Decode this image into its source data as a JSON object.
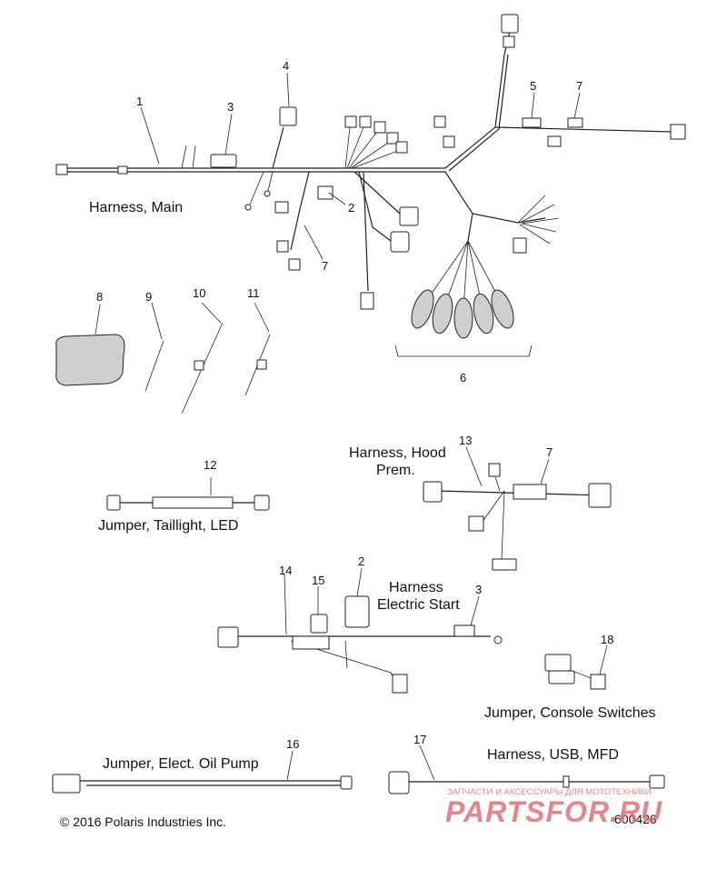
{
  "callouts": {
    "n1": "1",
    "n2": "2",
    "n3": "3",
    "n4": "4",
    "n5": "5",
    "n6": "6",
    "n7": "7",
    "n8": "8",
    "n9": "9",
    "n10": "10",
    "n11": "11",
    "n12": "12",
    "n13": "13",
    "n14": "14",
    "n15": "15",
    "n16": "16",
    "n17": "17",
    "n18": "18"
  },
  "labels": {
    "harness_main": "Harness, Main",
    "jumper_taillight": "Jumper, Taillight, LED",
    "harness_hood_1": "Harness, Hood",
    "harness_hood_2": "Prem.",
    "harness_estart_1": "Harness",
    "harness_estart_2": "Electric Start",
    "jumper_console": "Jumper, Console Switches",
    "jumper_oil_pump": "Jumper, Elect. Oil Pump",
    "harness_usb": "Harness, USB, MFD"
  },
  "footer": {
    "copyright": "© 2016 Polaris Industries Inc.",
    "diagram_id": "600426"
  },
  "watermark": {
    "tagline": "ЗАПЧАСТИ И АКСЕССУАРЫ ДЛЯ МОТОТЕХНИКИ",
    "brand": "PARTSFOR.RU",
    "color": "#e0707a"
  }
}
